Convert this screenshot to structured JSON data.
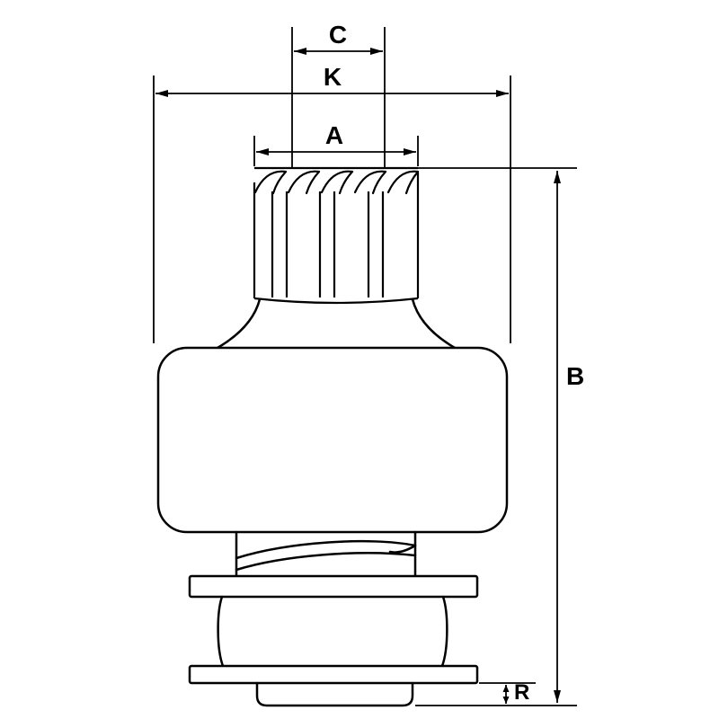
{
  "diagram": {
    "type": "technical-drawing",
    "background_color": "#ffffff",
    "line_color": "#000000",
    "dimension_labels": {
      "c": "C",
      "k": "K",
      "a": "A",
      "b": "B",
      "r": "R"
    }
  }
}
